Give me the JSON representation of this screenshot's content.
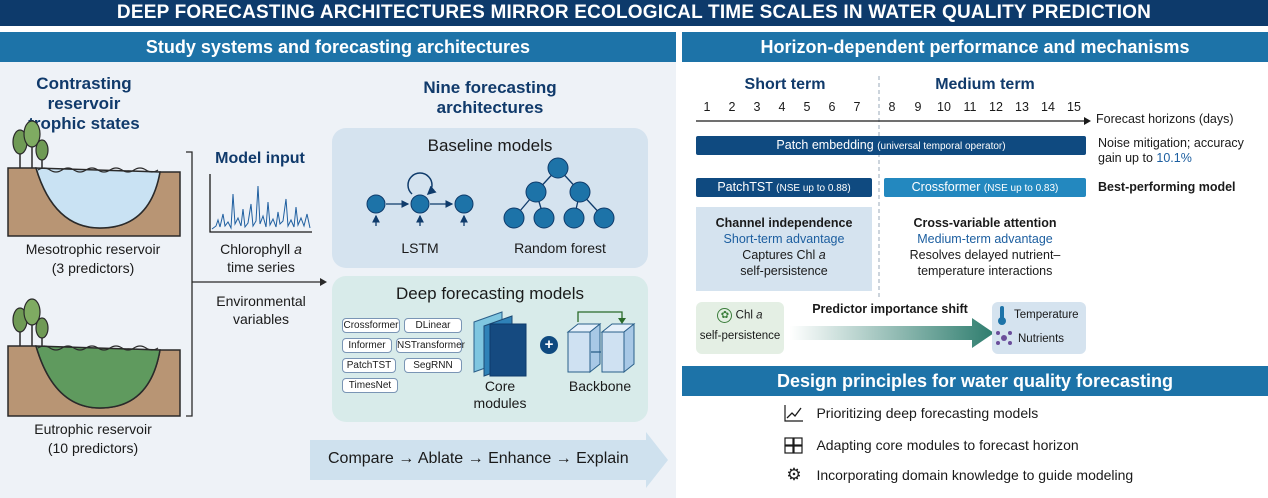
{
  "title": "DEEP FORECASTING ARCHITECTURES MIRROR ECOLOGICAL TIME SCALES IN WATER QUALITY PREDICTION",
  "left_section": {
    "header": "Study systems and forecasting architectures",
    "reservoirs": {
      "heading_line1": "Contrasting reservoir",
      "heading_line2": "trophic states",
      "meso_line1": "Mesotrophic reservoir",
      "meso_line2": "(3 predictors)",
      "eu_line1": "Eutrophic reservoir",
      "eu_line2": "(10 predictors)"
    },
    "model_input": {
      "heading": "Model input",
      "chl_line1_pre": "Chlorophyll ",
      "chl_line1_italic": "a",
      "chl_line2": "time series",
      "env_line1": "Environmental",
      "env_line2": "variables"
    },
    "architectures": {
      "heading_line1": "Nine forecasting",
      "heading_line2": "architectures",
      "baseline_title": "Baseline models",
      "lstm_label": "LSTM",
      "rf_label": "Random forest",
      "deep_title": "Deep forecasting models",
      "chips": [
        "Crossformer",
        "DLinear",
        "Informer",
        "NSTransformer",
        "PatchTST",
        "SegRNN",
        "TimesNet"
      ],
      "core_line1": "Core",
      "core_line2": "modules",
      "plus": "+",
      "backbone": "Backbone"
    },
    "workflow": "Compare → Ablate → Enhance → Explain"
  },
  "right_section": {
    "header": "Horizon-dependent performance and mechanisms",
    "short_term": "Short term",
    "medium_term": "Medium term",
    "horizons": [
      "1",
      "2",
      "3",
      "4",
      "5",
      "6",
      "7",
      "8",
      "9",
      "10",
      "11",
      "12",
      "13",
      "14",
      "15"
    ],
    "axis_label": "Forecast horizons (days)",
    "patch_embedding": "Patch embedding",
    "patch_embedding_note": "(universal temporal operator)",
    "noise_line1": "Noise mitigation; accuracy",
    "noise_line2_pre": "gain up to ",
    "noise_line2_value": "10.1%",
    "patchtst": "PatchTST",
    "patchtst_note": "(NSE up to 0.88)",
    "crossformer": "Crossformer",
    "crossformer_note": "(NSE up to 0.83)",
    "best_model": "Best-performing model",
    "channel": {
      "title": "Channel independence",
      "advantage": "Short-term advantage",
      "line1_pre": "Captures Chl ",
      "line1_italic": "a",
      "line2": "self-persistence"
    },
    "cross": {
      "title": "Cross-variable attention",
      "advantage": "Medium-term advantage",
      "line1": "Resolves delayed nutrient–",
      "line2": "temperature interactions"
    },
    "predictor": {
      "chl_pre": "Chl ",
      "chl_italic": "a",
      "chl_line2": "self-persistence",
      "shift": "Predictor importance shift",
      "temperature": "Temperature",
      "nutrients": "Nutrients"
    },
    "design": {
      "header": "Design principles for water quality forecasting",
      "items": [
        "Prioritizing deep forecasting models",
        "Adapting core modules to forecast horizon",
        "Incorporating domain knowledge to guide modeling"
      ]
    }
  },
  "colors": {
    "title_bg": "#0d3a6b",
    "section_bg": "#1d73a8",
    "patch_bar": "#0f4a80",
    "cross_bar": "#2388bf",
    "accent_text": "#1d5fa0"
  }
}
